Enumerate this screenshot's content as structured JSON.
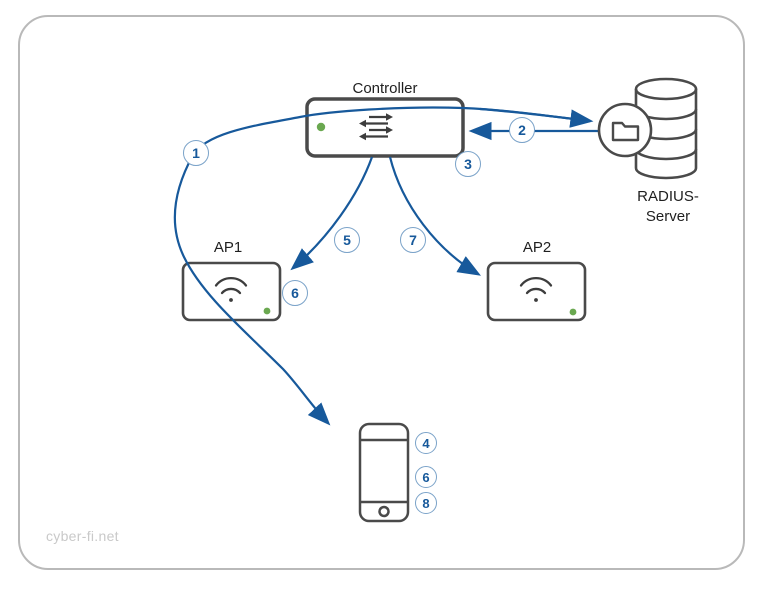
{
  "diagram": {
    "watermark": "cyber-fi.net",
    "nodes": {
      "controller": {
        "label": "Controller",
        "icon": "transfer-arrows-icon",
        "led_color": "#6aa850"
      },
      "radius_server": {
        "label": "RADIUS-\nServer",
        "icon": "database-folder-icon"
      },
      "ap1": {
        "label": "AP1",
        "icon": "wifi-icon",
        "led_color": "#6aa850"
      },
      "ap2": {
        "label": "AP2",
        "icon": "wifi-icon",
        "led_color": "#6aa850"
      },
      "client": {
        "icon": "smartphone-icon"
      }
    },
    "steps": {
      "b1": "1",
      "b2": "2",
      "b3": "3",
      "b4": "4",
      "b5": "5",
      "b6_ap1": "6",
      "b6_client": "6",
      "b7": "7",
      "b8": "8"
    },
    "edges": [
      {
        "from": "client",
        "to": "radius_server",
        "step": "1",
        "bidirectional": true,
        "style": "long-curve"
      },
      {
        "from": "radius_server",
        "to": "controller",
        "step": "2",
        "style": "straight"
      },
      {
        "at": "controller",
        "step": "3",
        "style": "badge-only"
      },
      {
        "at": "client",
        "step": "4",
        "style": "badge-only"
      },
      {
        "from": "controller",
        "to": "ap1",
        "step": "5",
        "style": "curve"
      },
      {
        "at": "ap1",
        "step": "6",
        "style": "badge-only"
      },
      {
        "at": "client",
        "step": "6",
        "style": "badge-only"
      },
      {
        "from": "controller",
        "to": "ap2",
        "step": "7",
        "style": "curve"
      },
      {
        "at": "client",
        "step": "8",
        "style": "badge-only"
      }
    ],
    "colors": {
      "arrow_blue": "#17599b",
      "badge_text": "#17599b",
      "badge_border": "#7ba3c9",
      "device_border": "#4a4a4a",
      "icon_dark": "#3d3d3d",
      "led_green": "#6aa850",
      "card_border": "#b9b9b9",
      "watermark_gray": "#c9c9c9"
    }
  }
}
